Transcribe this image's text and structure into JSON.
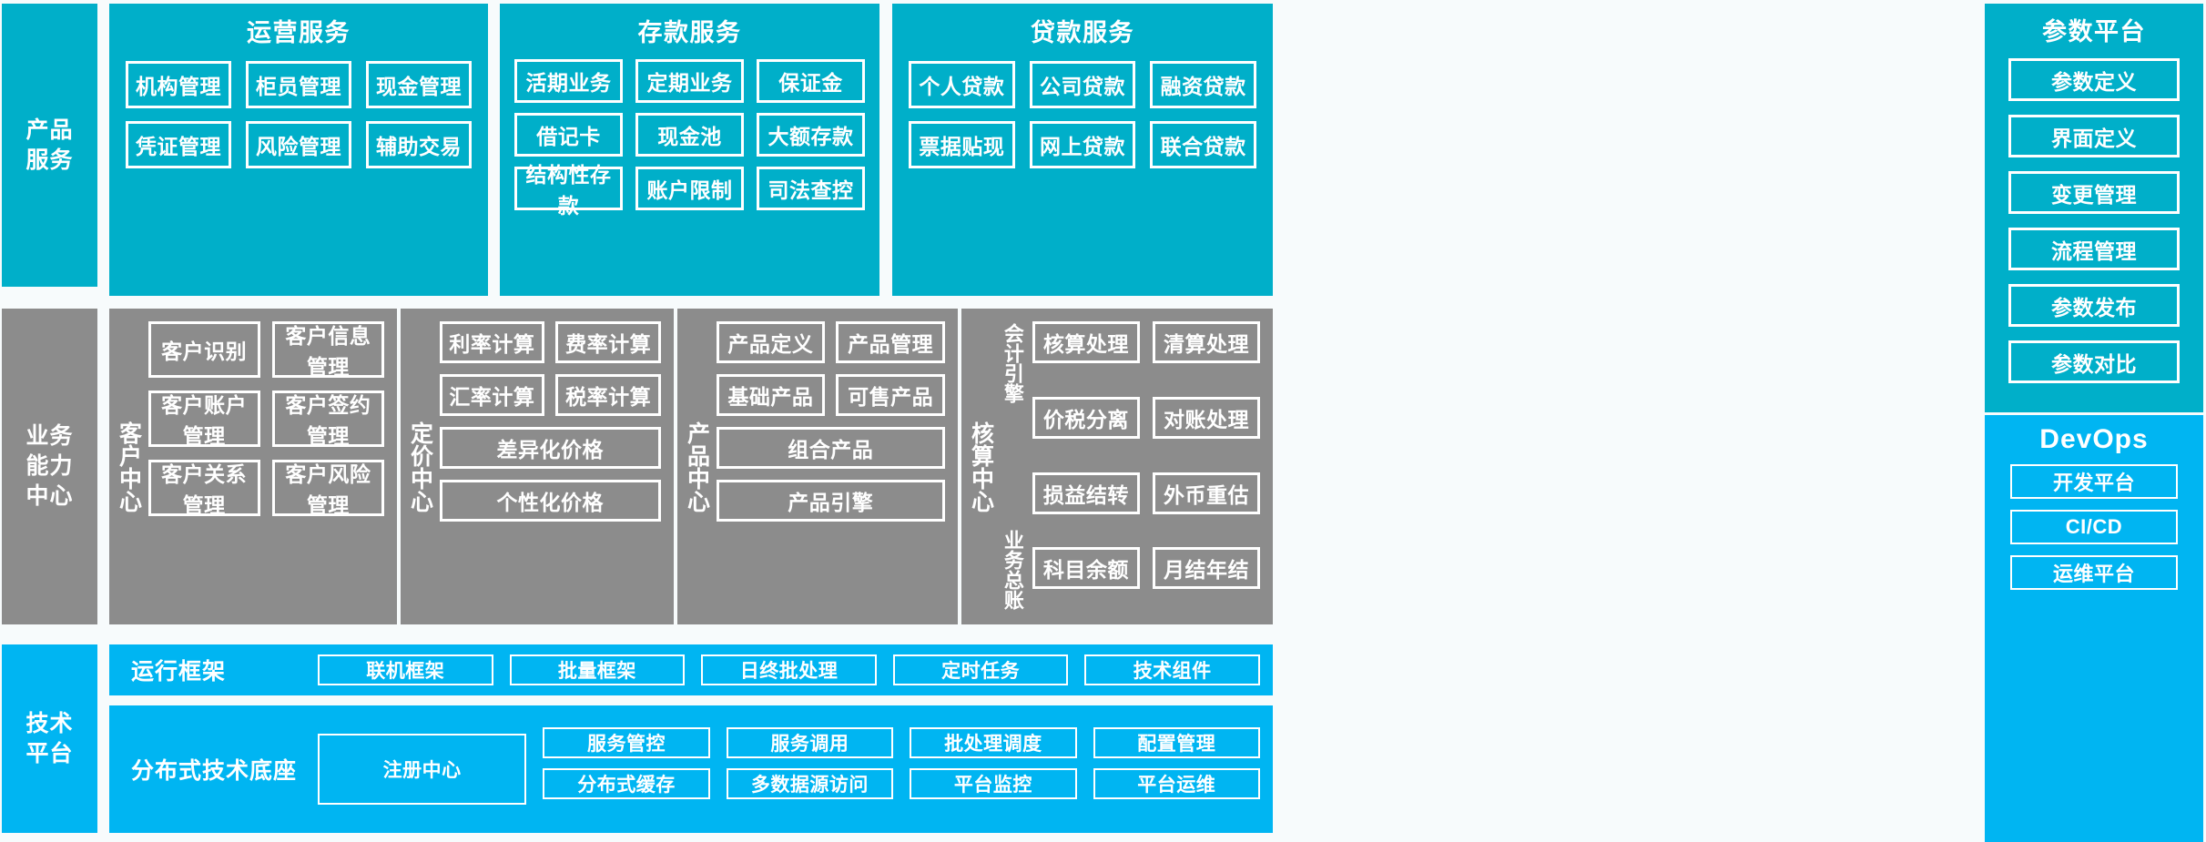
{
  "colors": {
    "teal": "#00AFC9",
    "gray": "#8C8C8C",
    "blue": "#00B5F2",
    "border": "#FFFFFF"
  },
  "rows": {
    "product_services": {
      "side_label": "产品\n服务",
      "groups": [
        {
          "title": "运营服务",
          "items": [
            "机构管理",
            "柜员管理",
            "现金管理",
            "凭证管理",
            "风险管理",
            "辅助交易"
          ]
        },
        {
          "title": "存款服务",
          "items": [
            "活期业务",
            "定期业务",
            "保证金",
            "借记卡",
            "现金池",
            "大额存款",
            "结构性存款",
            "账户限制",
            "司法查控"
          ]
        },
        {
          "title": "贷款服务",
          "items": [
            "个人贷款",
            "公司贷款",
            "融资贷款",
            "票据贴现",
            "网上贷款",
            "联合贷款"
          ]
        }
      ]
    },
    "capability_center": {
      "side_label": "业务\n能力\n中心",
      "centers": [
        {
          "label": "客户中心",
          "items": [
            "客户识别",
            "客户信息管理",
            "客户账户管理",
            "客户签约管理",
            "客户关系管理",
            "客户风险管理"
          ]
        },
        {
          "label": "定价中心",
          "items": [
            "利率计算",
            "费率计算",
            "汇率计算",
            "税率计算"
          ],
          "wide_items": [
            "差异化价格",
            "个性化价格"
          ]
        },
        {
          "label": "产品中心",
          "items": [
            "产品定义",
            "产品管理",
            "基础产品",
            "可售产品"
          ],
          "wide_items": [
            "组合产品",
            "产品引擎"
          ]
        },
        {
          "label": "核算中心",
          "sub_labels": [
            "会计引擎",
            "业务总账"
          ],
          "items_engine": [
            "核算处理",
            "清算处理",
            "价税分离",
            "对账处理"
          ],
          "items_ledger": [
            "损益结转",
            "外币重估",
            "科目余额",
            "月结年结"
          ]
        }
      ]
    },
    "tech_platform": {
      "side_label": "技术\n平台",
      "runtime": {
        "label": "运行框架",
        "items": [
          "联机框架",
          "批量框架",
          "日终批处理",
          "定时任务",
          "技术组件"
        ]
      },
      "base": {
        "label": "分布式技术底座",
        "registry": "注册中心",
        "col2": [
          "服务管控",
          "分布式缓存"
        ],
        "col3": [
          "服务调用",
          "多数据源访问"
        ],
        "col4": [
          "批处理调度",
          "平台监控"
        ],
        "col5": [
          "配置管理",
          "平台运维"
        ]
      }
    }
  },
  "param_platform": {
    "title": "参数平台",
    "items": [
      "参数定义",
      "界面定义",
      "变更管理",
      "流程管理",
      "参数发布",
      "参数对比"
    ]
  },
  "devops": {
    "title": "DevOps",
    "items": [
      "开发平台",
      "CI/CD",
      "运维平台"
    ]
  }
}
